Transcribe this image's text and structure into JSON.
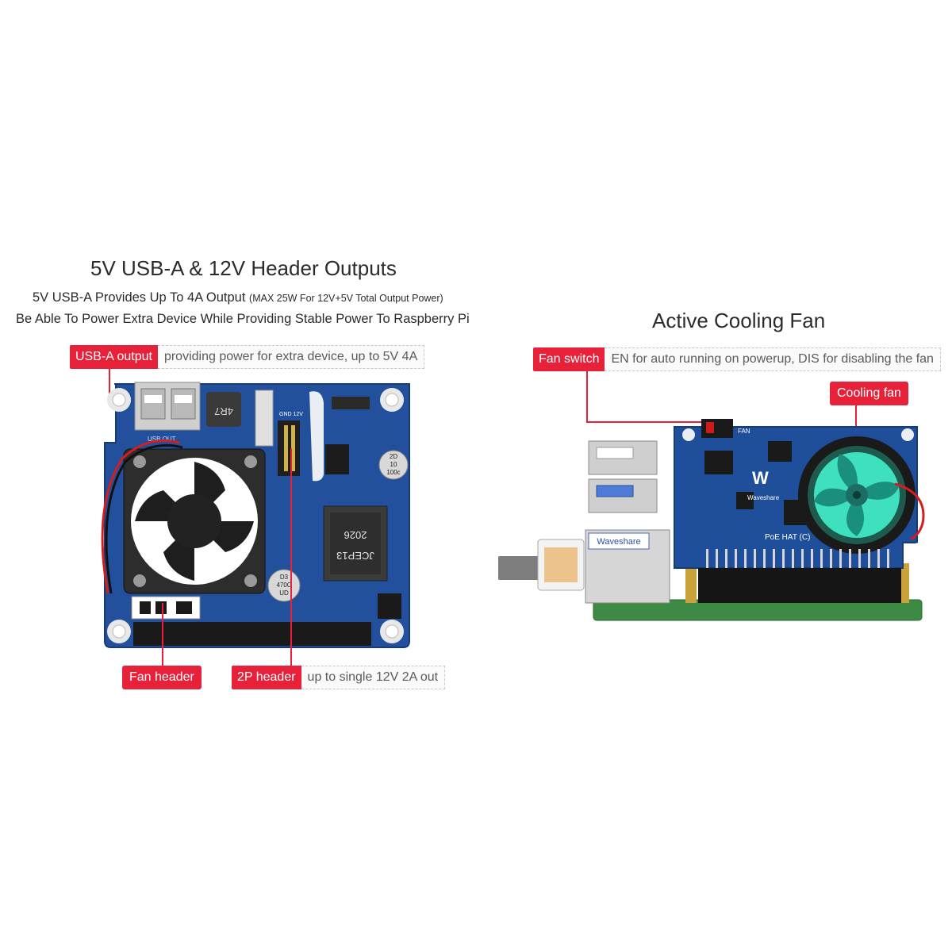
{
  "left": {
    "title": "5V USB-A & 12V Header Outputs",
    "line1_main": "5V USB-A Provides Up To 4A Output",
    "line1_note": "(MAX 25W For 12V+5V Total Output Power)",
    "line2": "Be Able To Power Extra Device While Providing Stable Power To Raspberry Pi",
    "callouts": {
      "usb_tag": "USB-A output",
      "usb_desc": "providing power for extra device, up to 5V 4A",
      "fan_header_tag": "Fan header",
      "header2p_tag": "2P header",
      "header2p_desc": "up to single 12V 2A out"
    },
    "board_labels": {
      "inductor_small": "4R7",
      "inductor_big_1": "2026",
      "inductor_big_2": "JCEP13",
      "cap_1": "2D",
      "cap_2": "10",
      "cap_3": "100c",
      "cap_b_1": "D3",
      "cap_b_2": "470C",
      "cap_b_3": "UD",
      "gnd_12v": "GND 12V",
      "usb_silk": "USB OUT"
    }
  },
  "right": {
    "title": "Active Cooling Fan",
    "callouts": {
      "fan_switch_tag": "Fan switch",
      "fan_switch_desc": "EN for auto running on powerup, DIS for disabling the fan",
      "cooling_fan_tag": "Cooling fan"
    },
    "board_labels": {
      "brand": "Waveshare",
      "sticker": "Waveshare",
      "fan_silk": "FAN",
      "poe_silk": "PoE HAT (C)"
    }
  },
  "colors": {
    "accent_red": "#e8213a",
    "pcb_blue": "#1f4f9a",
    "fan_teal": "#3fe0c0"
  }
}
